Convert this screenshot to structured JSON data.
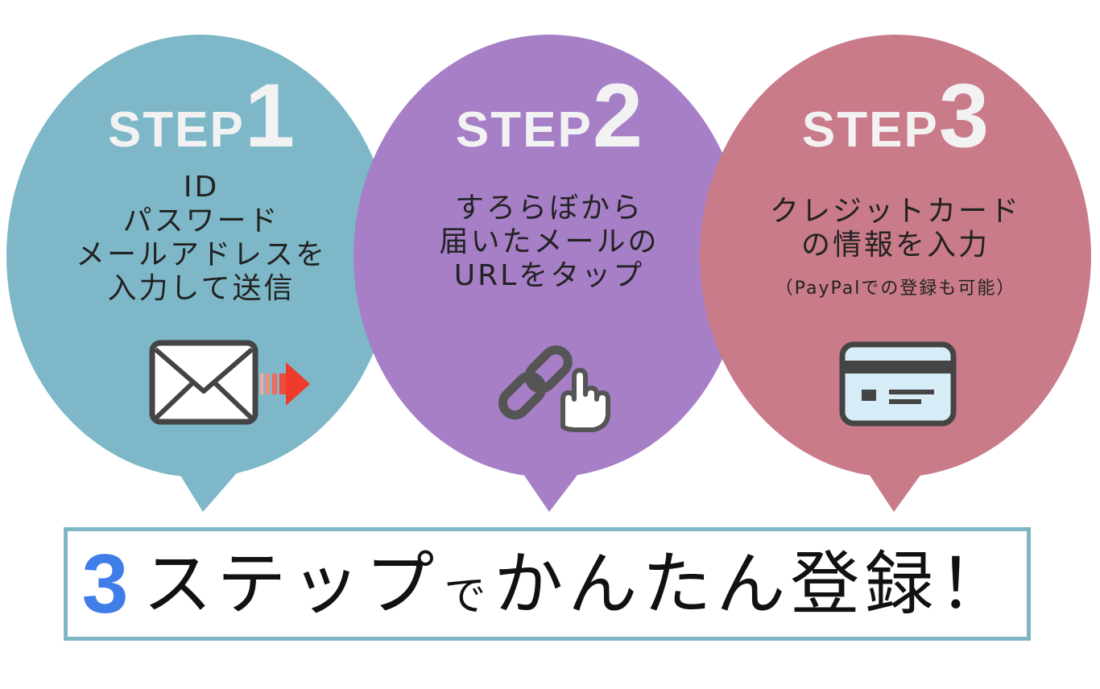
{
  "colors": {
    "step1": "#7eb8c8",
    "step2": "#a67fc7",
    "step3": "#c97b8a",
    "banner_border": "#7fb6c6",
    "banner_accent": "#3f7ee8",
    "arrow_red": "#ef3b2c"
  },
  "steps": [
    {
      "word": "STEP",
      "number": "1",
      "lines": [
        "ID",
        "パスワード",
        "メールアドレスを",
        "入力して送信"
      ],
      "icon": "mail-send-icon"
    },
    {
      "word": "STEP",
      "number": "2",
      "lines": [
        "すろらぼから",
        "届いたメールの",
        "URLをタップ"
      ],
      "icon": "link-tap-icon"
    },
    {
      "word": "STEP",
      "number": "3",
      "lines": [
        "クレジットカード",
        "の情報を入力"
      ],
      "note": "（PayPalでの登録も可能）",
      "icon": "credit-card-icon"
    }
  ],
  "banner": {
    "number": "3",
    "text_part1": "ステップ",
    "text_small": "で",
    "text_part2": "かんたん登録！"
  }
}
